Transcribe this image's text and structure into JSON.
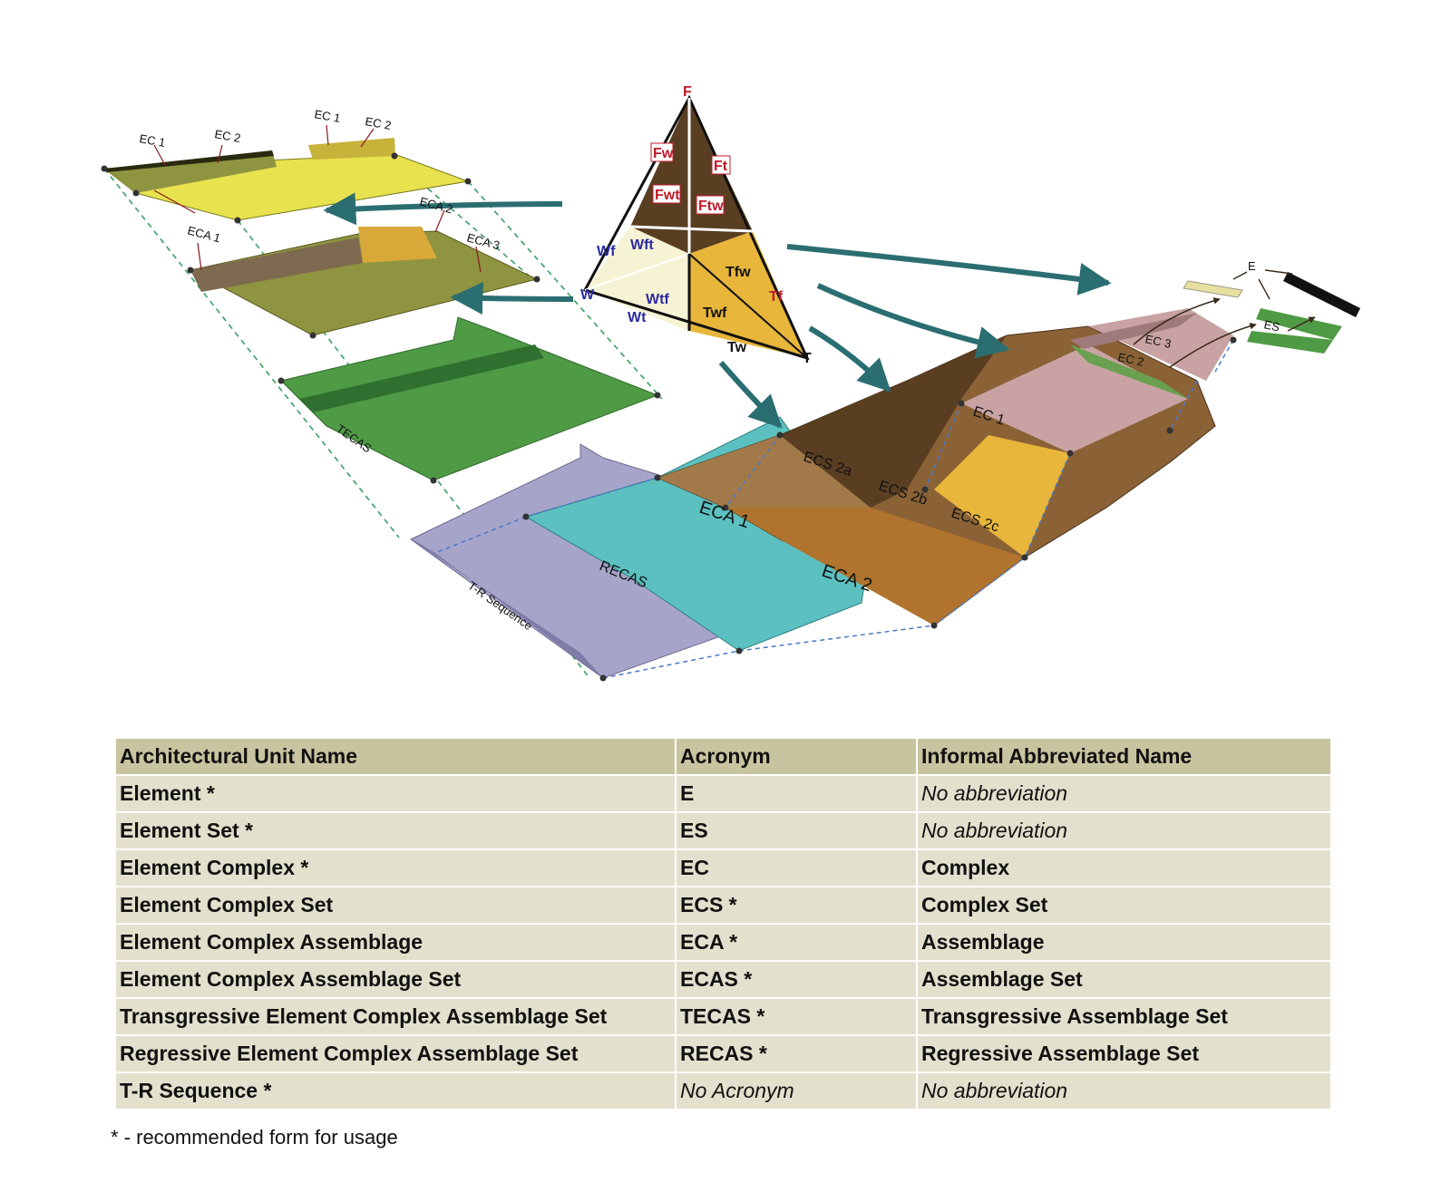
{
  "diagram": {
    "labels": {
      "ec1_top_left": "EC 1",
      "ec2_top_left": "EC 2",
      "ec1_top_right": "EC 1",
      "ec2_top_right": "EC 2",
      "eca1": "ECA 1",
      "eca2": "ECA 2",
      "eca3": "ECA 3",
      "tecas": "TECAS",
      "recas": "RECAS",
      "tr_sequence": "T-R Sequence",
      "ecs2a": "ECS 2a",
      "ecs2b": "ECS 2b",
      "ecs2c": "ECS 2c",
      "eca1_3d": "ECA 1",
      "eca2_3d": "ECA 2",
      "ec1_3d": "EC 1",
      "ec2_3d": "EC 2",
      "ec3_3d": "EC 3",
      "e": "E",
      "es": "ES"
    },
    "ternary": {
      "F": "F",
      "Fw": "Fw",
      "Ft": "Ft",
      "Fwt": "Fwt",
      "Ftw": "Ftw",
      "Wf": "Wf",
      "Wft": "Wft",
      "W": "W",
      "Wtf": "Wtf",
      "Wt": "Wt",
      "Tfw": "Tfw",
      "Tf": "Tf",
      "Twf": "Twf",
      "Tw": "Tw",
      "T": "T"
    },
    "colors": {
      "yellow": "#e8e24e",
      "olive": "#8e9440",
      "green": "#4f9a45",
      "lavender": "#a6a4c9",
      "cyan": "#5cc0c0",
      "brown": "#8a6236",
      "brown_dark": "#5a3e22",
      "pink": "#c9a3a3",
      "gold": "#e7b63a",
      "arrow": "#2b6e72"
    }
  },
  "table": {
    "headers": [
      "Architectural Unit Name",
      "Acronym",
      "Informal Abbreviated Name"
    ],
    "rows": [
      [
        "Element *",
        "E",
        "No abbreviation"
      ],
      [
        "Element Set *",
        "ES",
        "No abbreviation"
      ],
      [
        "Element Complex *",
        "EC",
        "Complex"
      ],
      [
        "Element Complex Set",
        "ECS *",
        "Complex Set"
      ],
      [
        "Element Complex Assemblage",
        "ECA *",
        "Assemblage"
      ],
      [
        "Element Complex Assemblage Set",
        "ECAS *",
        "Assemblage Set"
      ],
      [
        "Transgressive Element Complex Assemblage Set",
        "TECAS *",
        "Transgressive Assemblage Set"
      ],
      [
        "Regressive Element Complex Assemblage Set",
        "RECAS *",
        "Regressive Assemblage Set"
      ],
      [
        "T-R Sequence *",
        "No Acronym",
        "No abbreviation"
      ]
    ],
    "italic_cells": [
      [
        0,
        2
      ],
      [
        1,
        2
      ],
      [
        8,
        1
      ],
      [
        8,
        2
      ]
    ]
  },
  "footnote": "* - recommended form for usage"
}
